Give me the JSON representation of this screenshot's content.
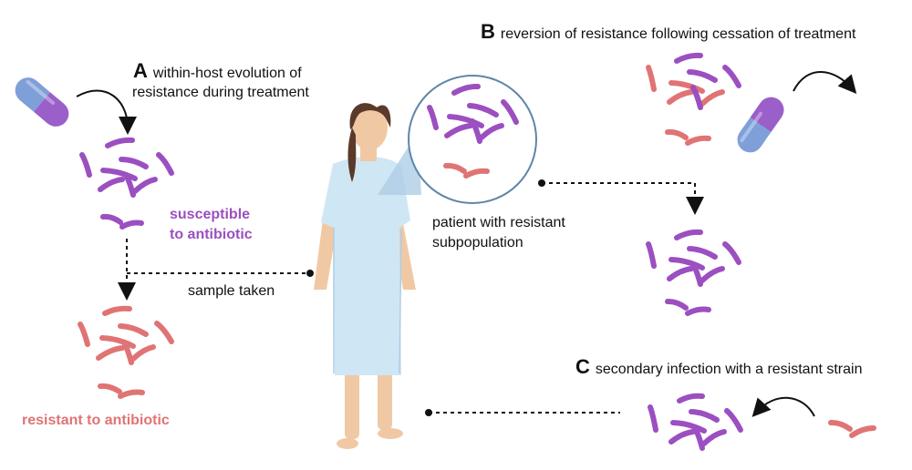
{
  "panels": {
    "a": {
      "letter": "A",
      "title_line1": "within-host evolution of",
      "title_line2": "resistance during treatment"
    },
    "b": {
      "letter": "B",
      "title": "reversion of resistance following cessation of treatment"
    },
    "c": {
      "letter": "C",
      "title": "secondary infection with a resistant strain"
    }
  },
  "labels": {
    "susceptible_line1": "susceptible",
    "susceptible_line2": "to antibiotic",
    "resistant": "resistant to antibiotic",
    "sample_taken": "sample taken",
    "patient_line1": "patient with resistant",
    "patient_line2": "subpopulation"
  },
  "colors": {
    "susceptible": "#9b4fc0",
    "resistant": "#e07474",
    "gown": "#cfe6f5",
    "skin": "#f0c9a4",
    "hair": "#5a3a2a",
    "capsule_blue": "#7f9fd9",
    "capsule_purple": "#9b5fc9"
  },
  "icons": [
    "pill-capsule-icon",
    "bacteria-cluster-icon",
    "patient-figure-icon",
    "magnifier-circle-icon",
    "curved-arrow-icon"
  ]
}
